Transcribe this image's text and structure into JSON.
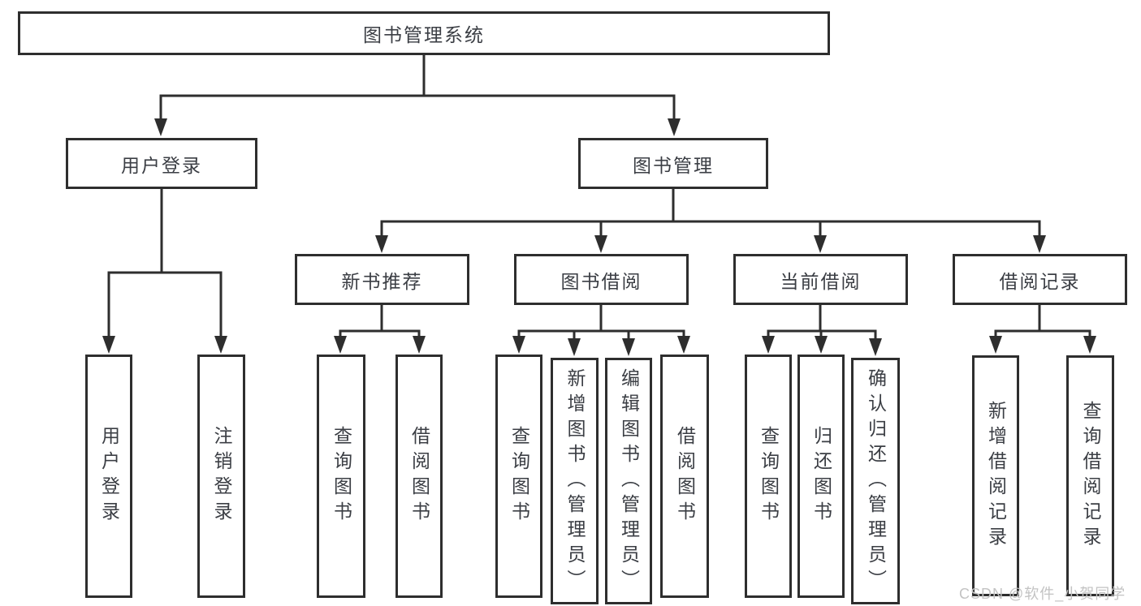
{
  "diagram": {
    "type": "hierarchy-tree",
    "watermark": "CSDN @软件_小贺同学",
    "colors": {
      "line": "#2e2e2e",
      "box_border": "#2e2e2e",
      "box_fill": "#ffffff",
      "text": "#3b3e44",
      "background": "#ffffff",
      "watermark_text": "#c3c3c3"
    }
  },
  "nodes": {
    "root": "图书管理系统",
    "user_login": "用户登录",
    "book_management": "图书管理",
    "new_book_recommend": "新书推荐",
    "book_borrowing": "图书借阅",
    "current_borrowing": "当前借阅",
    "borrowing_records": "借阅记录",
    "leaf_user_login": "用户登录",
    "leaf_logout": "注销登录",
    "leaf_recommend_query_books": "查询图书",
    "leaf_recommend_borrow_books": "借阅图书",
    "leaf_borrowing_query_books": "查询图书",
    "leaf_borrowing_add_books_admin": "新增图书（管理员）",
    "leaf_borrowing_edit_books_admin": "编辑图书（管理员）",
    "leaf_borrowing_borrow_books": "借阅图书",
    "leaf_current_query_books": "查询图书",
    "leaf_current_return_books": "归还图书",
    "leaf_current_confirm_return_admin": "确认归还（管理员）",
    "leaf_records_add_record": "新增借阅记录",
    "leaf_records_query_record": "查询借阅记录"
  }
}
